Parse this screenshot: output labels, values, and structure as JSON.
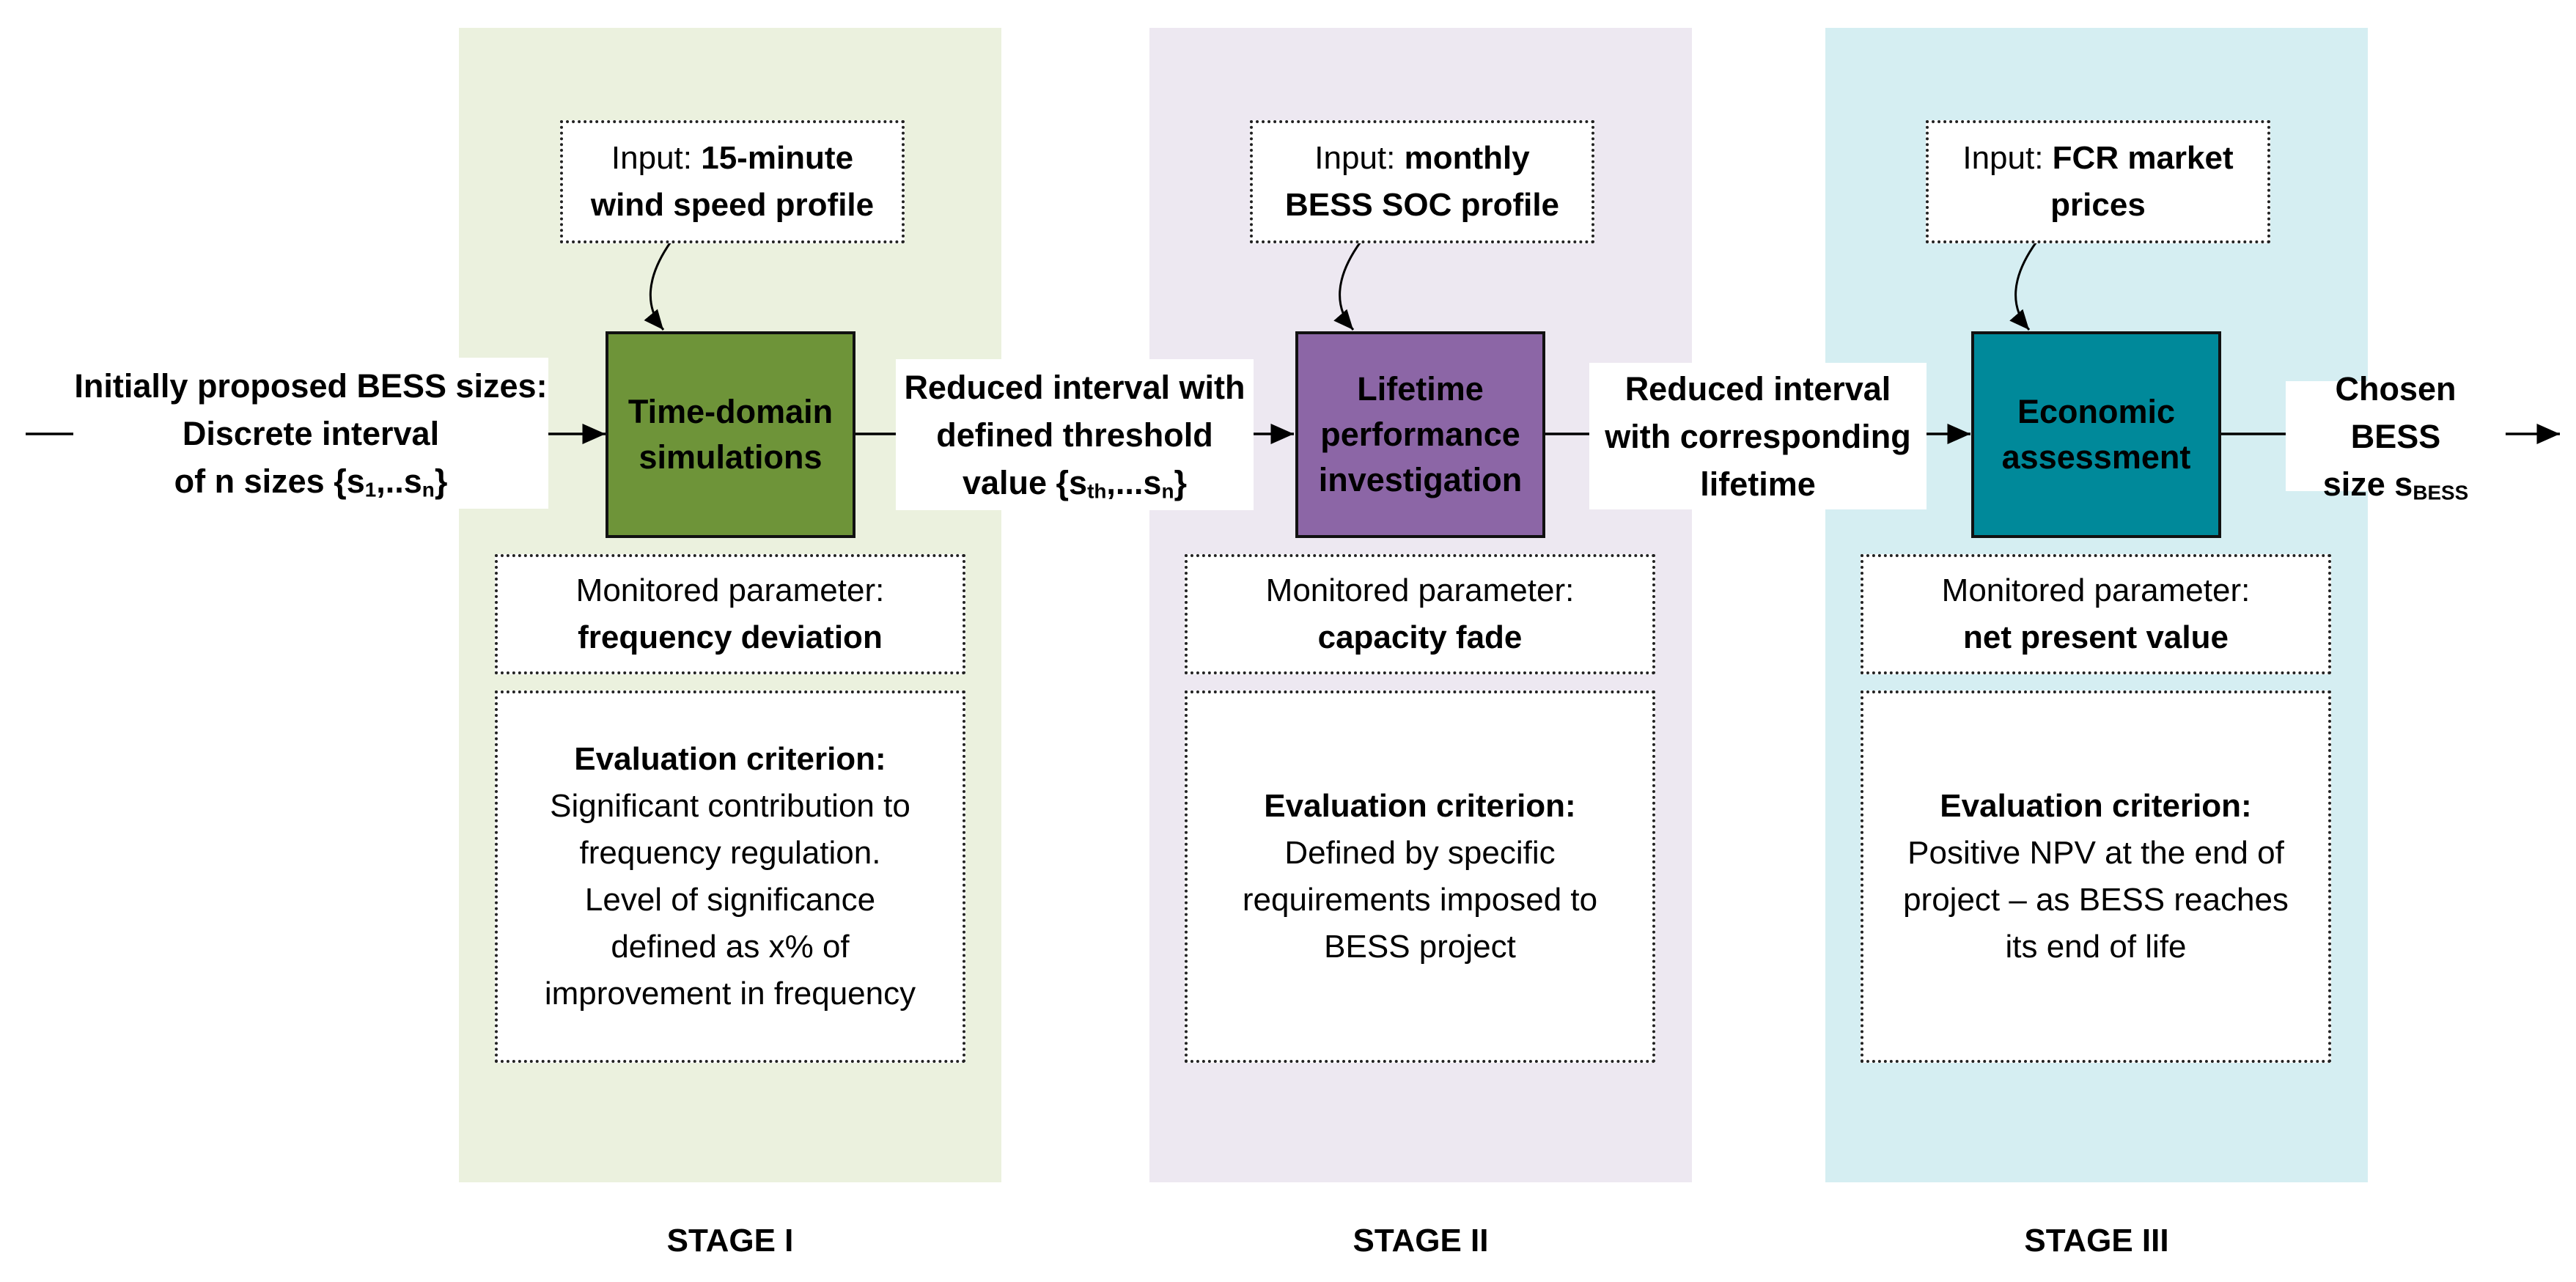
{
  "colors": {
    "stage1_bg": "#EBF1DE",
    "stage2_bg": "#EDE8F1",
    "stage3_bg": "#D5EEF2",
    "stage1_process": "#6E9439",
    "stage2_process": "#8C66A6",
    "stage3_process": "#00899A"
  },
  "flow": {
    "initial": {
      "line1": "Initially proposed BESS sizes:",
      "line2": "Discrete interval",
      "line3_prefix": "of n sizes {s",
      "sub1": "1",
      "mid": ",..s",
      "subn": "n",
      "suffix": "}"
    },
    "reduced1": {
      "line1": "Reduced interval with",
      "line2": "defined threshold",
      "line3_prefix": "value {s",
      "sub_th": "th",
      "mid": ",...s",
      "subn": "n",
      "suffix": "}"
    },
    "reduced2": {
      "line1": "Reduced interval",
      "line2": "with corresponding",
      "line3": "lifetime"
    },
    "chosen": {
      "line1": "Chosen BESS",
      "line2_prefix": "size s",
      "sub": "BESS"
    }
  },
  "stages": [
    {
      "label": "STAGE I",
      "input_prefix": "Input: ",
      "input_bold1": "15-minute",
      "input_bold2": "wind speed profile",
      "process_line1": "Time-domain",
      "process_line2": "simulations",
      "monitored_label": "Monitored parameter:",
      "monitored_value": "frequency deviation",
      "eval_title": "Evaluation criterion:",
      "eval_lines": [
        "Significant contribution to",
        "frequency regulation.",
        "Level of significance",
        "defined as x% of",
        "improvement in frequency"
      ]
    },
    {
      "label": "STAGE II",
      "input_prefix": "Input: ",
      "input_bold1": "monthly",
      "input_bold2": "BESS SOC profile",
      "process_line1": "Lifetime",
      "process_line2": "performance",
      "process_line3": "investigation",
      "monitored_label": "Monitored parameter:",
      "monitored_value": "capacity fade",
      "eval_title": "Evaluation criterion:",
      "eval_lines": [
        "Defined by specific",
        "requirements imposed to",
        "BESS project"
      ]
    },
    {
      "label": "STAGE III",
      "input_prefix": "Input: ",
      "input_bold1": "FCR market",
      "input_bold2": "prices",
      "process_line1": "Economic",
      "process_line2": "assessment",
      "monitored_label": "Monitored parameter:",
      "monitored_value": "net present value",
      "eval_title": "Evaluation criterion:",
      "eval_lines": [
        "Positive NPV at the end of",
        "project – as BESS reaches",
        "its end of life"
      ]
    }
  ]
}
